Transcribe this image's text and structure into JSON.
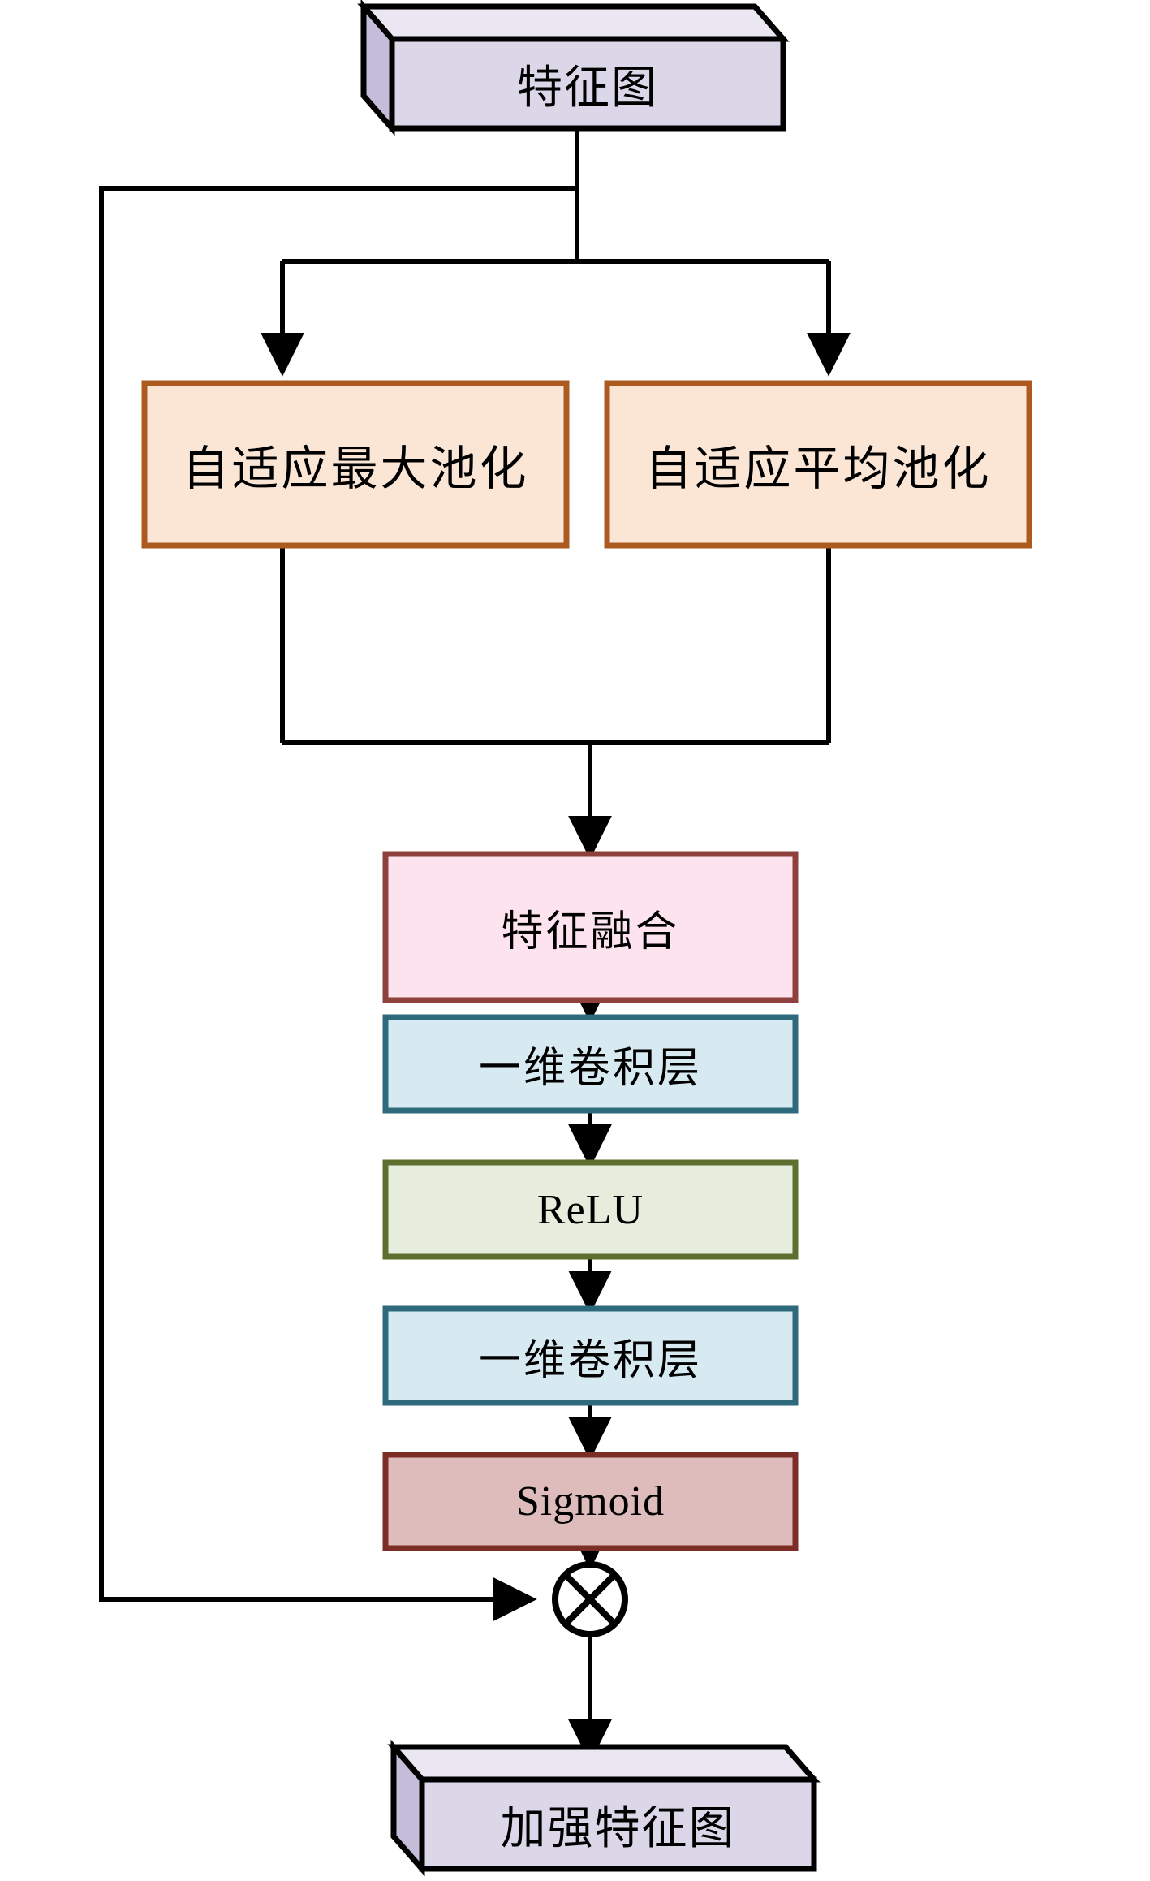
{
  "diagram": {
    "title": "Channel Attention Module Flowchart",
    "nodes": {
      "input_feature_map": {
        "label": "特征图",
        "shape": "cube-3d",
        "fill": "#dcd7e8",
        "top_fill": "#eae6f2",
        "side_fill": "#c5bcd9",
        "stroke": "#000000"
      },
      "adaptive_max_pool": {
        "label": "自适应最大池化",
        "shape": "rect",
        "fill": "#fbe6d6",
        "stroke": "#ad5a20"
      },
      "adaptive_avg_pool": {
        "label": "自适应平均池化",
        "shape": "rect",
        "fill": "#fbe6d6",
        "stroke": "#ad5a20"
      },
      "feature_fusion": {
        "label": "特征融合",
        "shape": "rect",
        "fill": "#fce3ee",
        "stroke": "#8d403c"
      },
      "conv1d_first": {
        "label": "一维卷积层",
        "shape": "rect",
        "fill": "#d7e9f1",
        "stroke": "#2e6a7c"
      },
      "relu": {
        "label": "ReLU",
        "shape": "rect",
        "fill": "#e7eddc",
        "stroke": "#5c6f2e"
      },
      "conv1d_second": {
        "label": "一维卷积层",
        "shape": "rect",
        "fill": "#d7e9f1",
        "stroke": "#2e6a7c"
      },
      "sigmoid": {
        "label": "Sigmoid",
        "shape": "rect",
        "fill": "#debcbc",
        "stroke": "#7b2d26"
      },
      "multiply": {
        "label": "⊗",
        "shape": "circle-cross",
        "fill": "#ffffff",
        "stroke": "#000000"
      },
      "output_feature_map": {
        "label": "加强特征图",
        "shape": "cube-3d",
        "fill": "#dcd7e8",
        "top_fill": "#eae6f2",
        "side_fill": "#c5bcd9",
        "stroke": "#000000"
      }
    },
    "edges": [
      {
        "from": "input_feature_map",
        "to": "adaptive_max_pool",
        "kind": "split-branch"
      },
      {
        "from": "input_feature_map",
        "to": "adaptive_avg_pool",
        "kind": "split-branch"
      },
      {
        "from": "input_feature_map",
        "to": "multiply",
        "kind": "skip-connection"
      },
      {
        "from": "adaptive_max_pool",
        "to": "feature_fusion",
        "kind": "merge"
      },
      {
        "from": "adaptive_avg_pool",
        "to": "feature_fusion",
        "kind": "merge"
      },
      {
        "from": "feature_fusion",
        "to": "conv1d_first",
        "kind": "straight"
      },
      {
        "from": "conv1d_first",
        "to": "relu",
        "kind": "straight"
      },
      {
        "from": "relu",
        "to": "conv1d_second",
        "kind": "straight"
      },
      {
        "from": "conv1d_second",
        "to": "sigmoid",
        "kind": "straight"
      },
      {
        "from": "sigmoid",
        "to": "multiply",
        "kind": "straight"
      },
      {
        "from": "multiply",
        "to": "output_feature_map",
        "kind": "straight"
      }
    ],
    "line_color": "#000000"
  }
}
